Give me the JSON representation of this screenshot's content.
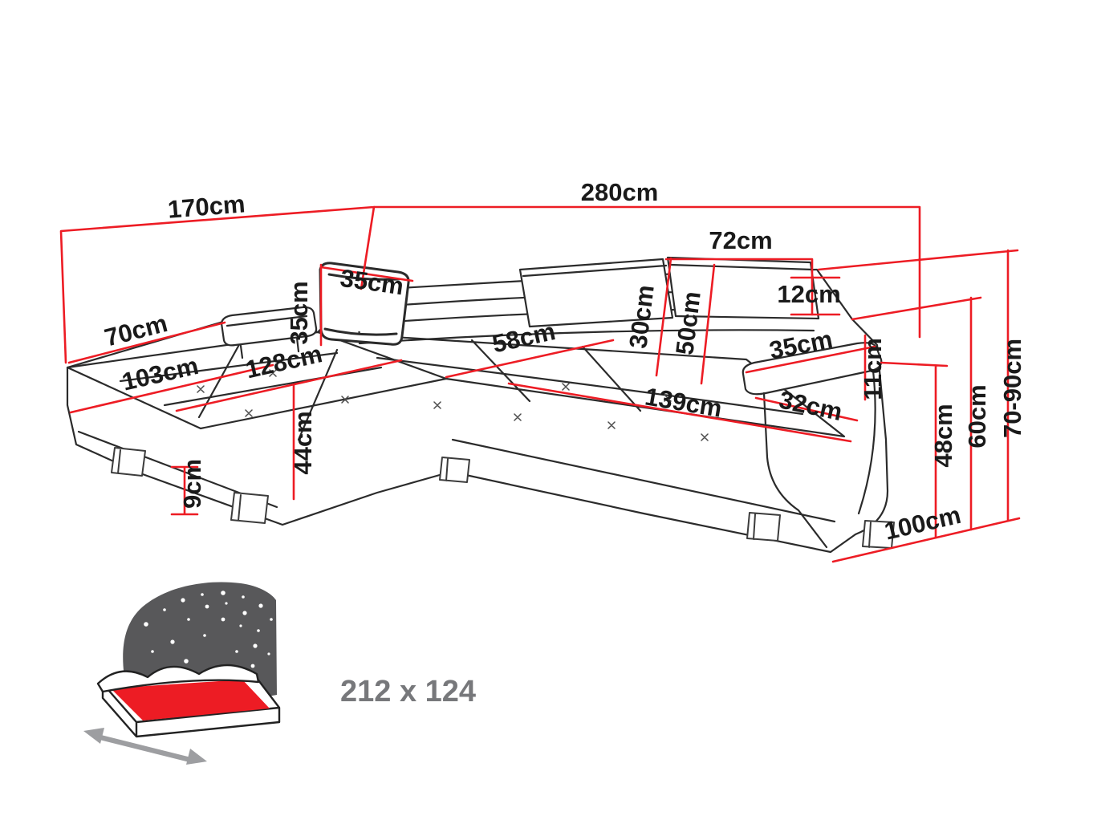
{
  "diagram": {
    "subject": "corner-sofa-dimension-diagram",
    "dimensions": {
      "back_section_width": "170cm",
      "total_width": "280cm",
      "headrest_width": "72cm",
      "headrest_gap": "12cm",
      "pillow_width": "35cm",
      "pillow_height": "35cm",
      "chaise_end_width": "70cm",
      "chaise_seat_length": "103cm",
      "chaise_total_length": "128cm",
      "seat_depth": "58cm",
      "headrest_height": "30cm",
      "backrest_cushion_height": "50cm",
      "seat_width": "139cm",
      "armrest_inner_depth": "32cm",
      "armrest_top_width": "35cm",
      "armrest_top_thickness": "11cm",
      "seat_height": "44cm",
      "leg_height": "9cm",
      "armrest_height": "48cm",
      "backrest_height_low": "60cm",
      "total_height_range": "70-90cm",
      "total_depth": "100cm"
    },
    "sleeping_area": {
      "label": "212 x 124"
    },
    "colors": {
      "dimension_red": "#ed1c24",
      "outline": "#2b2b2b",
      "bed_gray": "#58585a",
      "label_gray": "#77787b"
    }
  }
}
